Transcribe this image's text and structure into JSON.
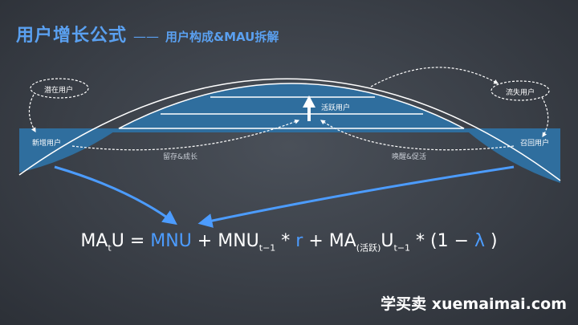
{
  "header": {
    "title": "用户增长公式",
    "dash": "——",
    "subtitle": "用户构成&MAU拆解"
  },
  "diagram": {
    "potential_users": "潜在用户",
    "lost_users": "流失用户",
    "new_users": "新增用户",
    "recalled_users": "召回用户",
    "active_users": "活跃用户",
    "retain_grow": "留存&成长",
    "wake_promote": "唤醒&促活"
  },
  "formula": {
    "lhs_ma": "MA",
    "lhs_t": "t",
    "lhs_u": "U",
    "eq": " = ",
    "mnu": "MNU",
    "plus1": " + MNU",
    "sub_t1a": "t−1",
    "times1": " * ",
    "r": "r",
    "plus2": " + MA",
    "sub_active": "(活跃)",
    "u": "U",
    "sub_t1b": "t−1",
    "tail": " * (1 − ",
    "lambda": "λ",
    "close": " )"
  },
  "watermark": "学买卖 xuemaimai.com",
  "colors": {
    "accent": "#4c9cff",
    "band": "#2f6e9e",
    "title": "#5aa0f0"
  }
}
